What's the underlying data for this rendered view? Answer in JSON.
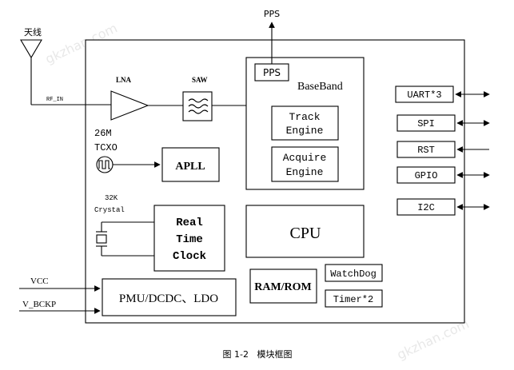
{
  "labels": {
    "antenna": "天线",
    "rf_in": "RF_IN",
    "pps_out": "PPS",
    "lna": "LNA",
    "saw": "SAW",
    "tcxo_freq": "26M",
    "tcxo": "TCXO",
    "apll": "APLL",
    "crystal_freq": "32K",
    "crystal": "Crystal",
    "rtc_line1": "Real",
    "rtc_line2": "Time",
    "rtc_line3": "Clock",
    "pps_box": "PPS",
    "baseband": "BaseBand",
    "track_line1": "Track",
    "track_line2": "Engine",
    "acquire_line1": "Acquire",
    "acquire_line2": "Engine",
    "cpu": "CPU",
    "ram_rom": "RAM/ROM",
    "watchdog": "WatchDog",
    "timer": "Timer*2",
    "pmu": "PMU/DCDC、LDO",
    "vcc": "VCC",
    "vbckp": "V_BCKP",
    "uart": "UART*3",
    "spi": "SPI",
    "rst": "RST",
    "gpio": "GPIO",
    "i2c": "I2C"
  },
  "caption": "图 1-2   模块框图",
  "watermark": "gkzhan.com"
}
